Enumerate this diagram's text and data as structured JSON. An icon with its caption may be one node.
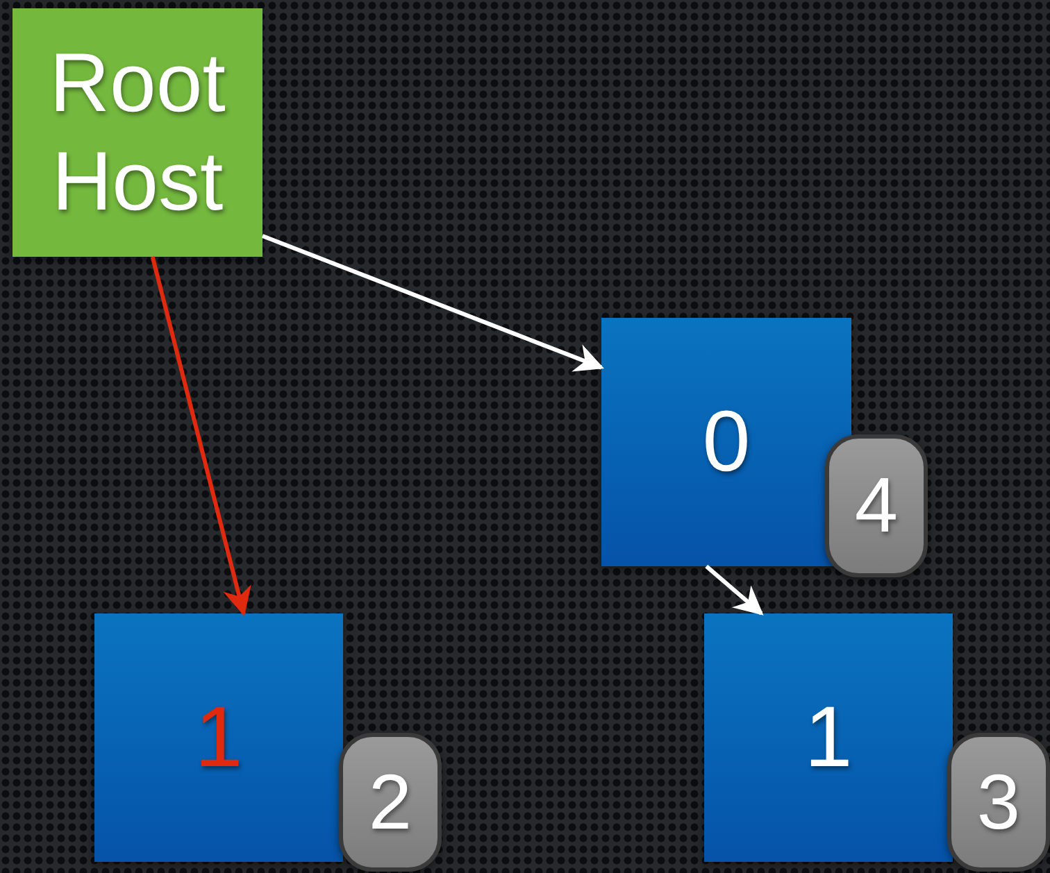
{
  "diagram": {
    "nodes": [
      {
        "text": [
          "Root Host"
        ]
      },
      {
        "text": [
          "0"
        ]
      },
      {
        "text": [
          "4"
        ]
      },
      {
        "text": [
          "1"
        ]
      },
      {
        "text": [
          "2"
        ]
      },
      {
        "text": [
          "1"
        ]
      },
      {
        "text": [
          "3"
        ]
      }
    ],
    "edges": [
      {
        "from": 0,
        "to": 1,
        "arrow": "to"
      },
      {
        "from": 0,
        "to": 3,
        "arrow": "to",
        "color": "#e02a10"
      },
      {
        "from": 1,
        "to": 5,
        "arrow": "to"
      }
    ]
  }
}
